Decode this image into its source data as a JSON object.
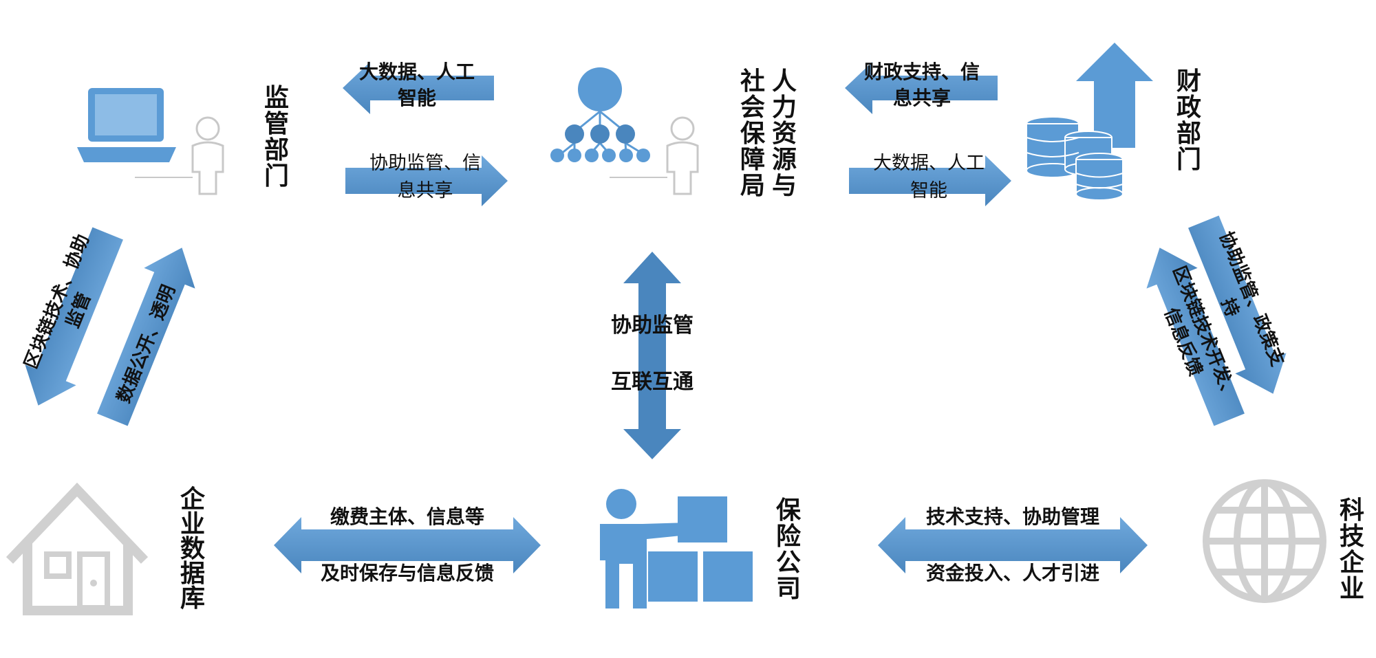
{
  "colors": {
    "primary": "#5B9BD5",
    "dark_blue": "#4A86BE",
    "grey_icon": "#D0D0D0",
    "text": "#111111"
  },
  "nodes": {
    "regulator": "监管部门",
    "hrss_line1": "人力资源与",
    "hrss_line2": "社会保障局",
    "finance": "财政部门",
    "enterprise_db": "企业数据库",
    "insurer": "保险公司",
    "tech_company": "科技企业"
  },
  "arrows": {
    "hrss_to_regulator": [
      "大数据、人工",
      "智能"
    ],
    "regulator_to_hrss": [
      "协助监管、信",
      "息共享"
    ],
    "finance_to_hrss": [
      "财政支持、信",
      "息共享"
    ],
    "hrss_to_finance": [
      "大数据、人工",
      "智能"
    ],
    "regulator_to_enterprise": [
      "区块链技术、协助",
      "监管"
    ],
    "enterprise_to_regulator": [
      "数据公开、透明"
    ],
    "hrss_insurer_top": "协助监管",
    "hrss_insurer_bottom": "互联互通",
    "enterprise_insurer_top": "缴费主体、信息等",
    "enterprise_insurer_bottom": "及时保存与信息反馈",
    "insurer_tech_top": "技术支持、协助管理",
    "insurer_tech_bottom": "资金投入、人才引进",
    "finance_to_tech": [
      "协助监管、政策支",
      "持"
    ],
    "tech_to_finance": [
      "区块链技术开发、",
      "信息反馈"
    ]
  },
  "icons": {
    "regulator": "laptop-person-icon",
    "hrss": "org-chart-person-icon",
    "finance": "coin-stack-up-arrow-icon",
    "enterprise_db": "house-icon",
    "insurer": "presenter-boxes-icon",
    "tech_company": "globe-icon"
  }
}
